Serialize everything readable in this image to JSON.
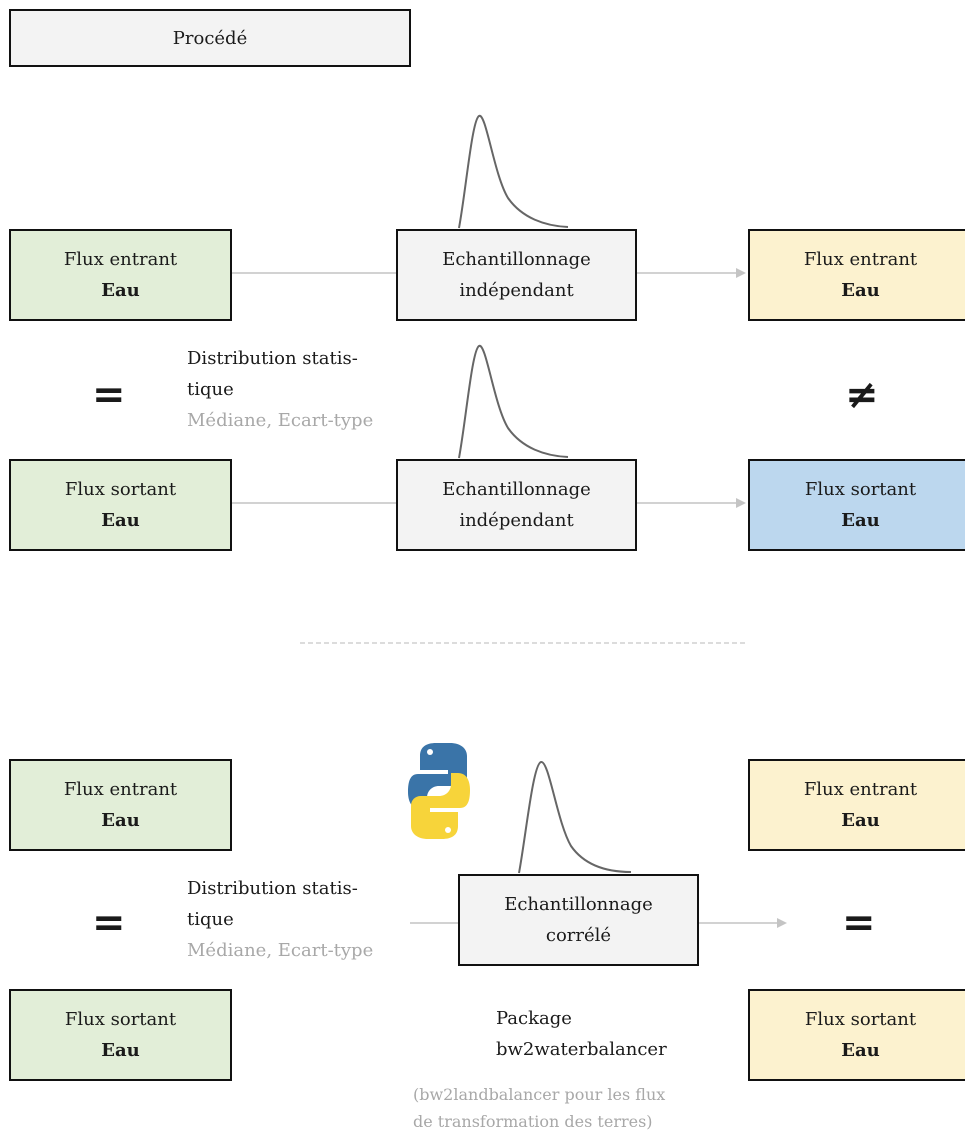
{
  "legend": {
    "process_label": "Procédé"
  },
  "labels": {
    "flux_entrant": "Flux entrant",
    "flux_sortant": "Flux sortant",
    "eau": "Eau",
    "echantillonnage": "Echantillonnage",
    "independant": "indépendant",
    "correle": "corrélé",
    "distribution_line1": "Distribution statis-",
    "distribution_line2": "tique",
    "distribution_params": "Médiane, Ecart-type",
    "package_line1": "Package",
    "package_line2": "bw2waterbalancer",
    "note_line1": "(bw2landbalancer pour les flux",
    "note_line2": "de transformation des terres)"
  },
  "symbols": {
    "equal": "=",
    "not_equal": "≠"
  },
  "colors": {
    "input": "#e2eed8",
    "output_equal": "#fcf2cf",
    "output_diff": "#bcd7ee",
    "process": "#f3f3f3",
    "muted_text": "#a8a8a8",
    "arrow": "#c4c4c4",
    "python_blue": "#3a74a8",
    "python_yellow": "#f7d43a"
  },
  "icons": {
    "python": "python-logo-icon",
    "distribution": "distribution-curve-icon"
  }
}
